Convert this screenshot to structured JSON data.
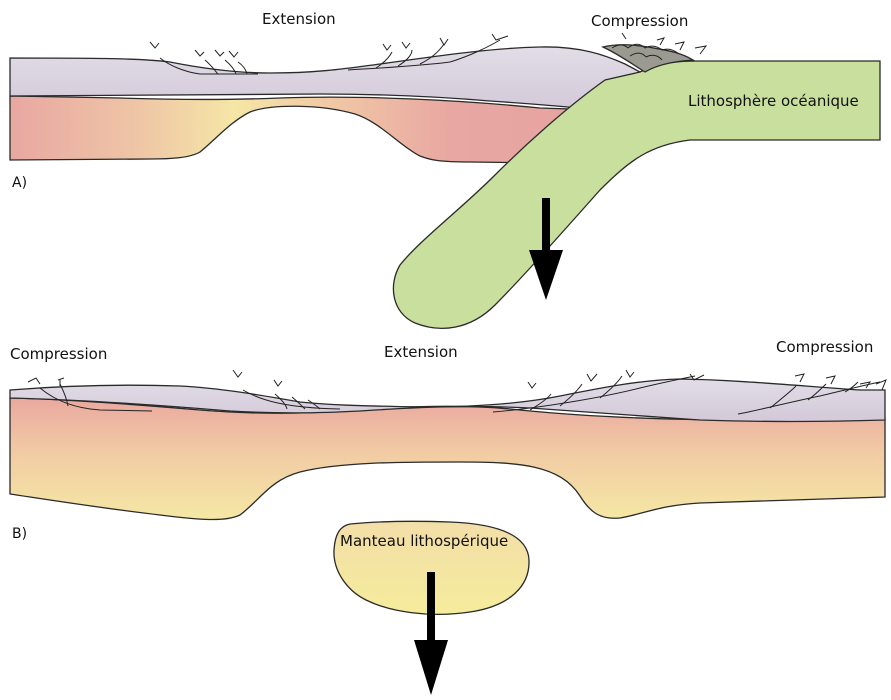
{
  "panel_a": {
    "label": "A)",
    "extension_label": "Extension",
    "compression_label": "Compression",
    "oceanic_label": "Lithosphère océanique"
  },
  "panel_b": {
    "label": "B)",
    "compression_left_label": "Compression",
    "extension_label": "Extension",
    "compression_right_label": "Compression",
    "mantle_label": "Manteau lithospérique"
  },
  "colors": {
    "crust": "#d9d3df",
    "mantle_pink": "#e9a9a3",
    "mantle_yellow": "#f3e7a5",
    "oceanic": "#c9df9e",
    "wedge": "#9a9a90",
    "arrow": "#000000"
  }
}
